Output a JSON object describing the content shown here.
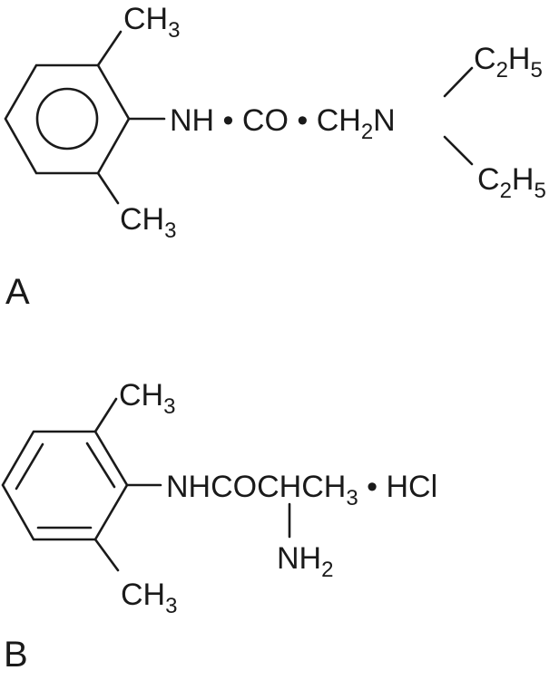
{
  "structure_a": {
    "label": "A",
    "methyl_top": {
      "main": "CH",
      "sub": "3"
    },
    "methyl_bottom": {
      "main": "CH",
      "sub": "3"
    },
    "chain": {
      "p1": "NH • CO • CH",
      "sub": "2",
      "p2": "N"
    },
    "ethyl_top": {
      "c": "C",
      "sub1": "2",
      "h": "H",
      "sub2": "5"
    },
    "ethyl_bottom": {
      "c": "C",
      "sub1": "2",
      "h": "H",
      "sub2": "5"
    }
  },
  "structure_b": {
    "label": "B",
    "methyl_top": {
      "main": "CH",
      "sub": "3"
    },
    "methyl_bottom": {
      "main": "CH",
      "sub": "3"
    },
    "chain": {
      "p1": "NHCOCHCH",
      "sub": "3",
      "p2": " • HCl"
    },
    "amine": {
      "main": "NH",
      "sub": "2"
    }
  }
}
